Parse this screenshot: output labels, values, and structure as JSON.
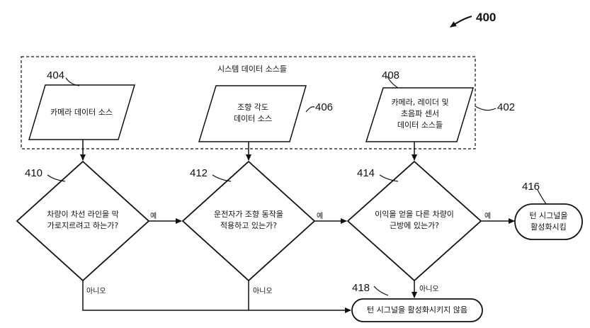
{
  "figure_number": "400",
  "system_box": {
    "ref": "402",
    "title": "시스템 데이터 소스들"
  },
  "sources": [
    {
      "ref": "404",
      "line1": "카메라 데이터 소스",
      "line2": "",
      "line3": ""
    },
    {
      "ref": "406",
      "line1": "조향 각도",
      "line2": "데이터 소스",
      "line3": ""
    },
    {
      "ref": "408",
      "line1": "카메라, 레이더 및",
      "line2": "초음파 센서",
      "line3": "데이터 소스들"
    }
  ],
  "decisions": [
    {
      "ref": "410",
      "line1": "차량이 차선 라인을 막",
      "line2": "가로지르려고 하는가?"
    },
    {
      "ref": "412",
      "line1": "운전자가 조향 동작을",
      "line2": "적용하고 있는가?"
    },
    {
      "ref": "414",
      "line1": "이익을 얻을 다른 차량이",
      "line2": "근방에 있는가?"
    }
  ],
  "yes_label": "예",
  "no_label": "아니오",
  "end_activate": {
    "ref": "416",
    "line1": "턴 시그널을",
    "line2": "활성화시킴"
  },
  "end_no_activate": {
    "ref": "418",
    "text": "턴 시그널을 활성화시키지 않음"
  },
  "colors": {
    "ink": "#111111",
    "background": "#ffffff"
  }
}
